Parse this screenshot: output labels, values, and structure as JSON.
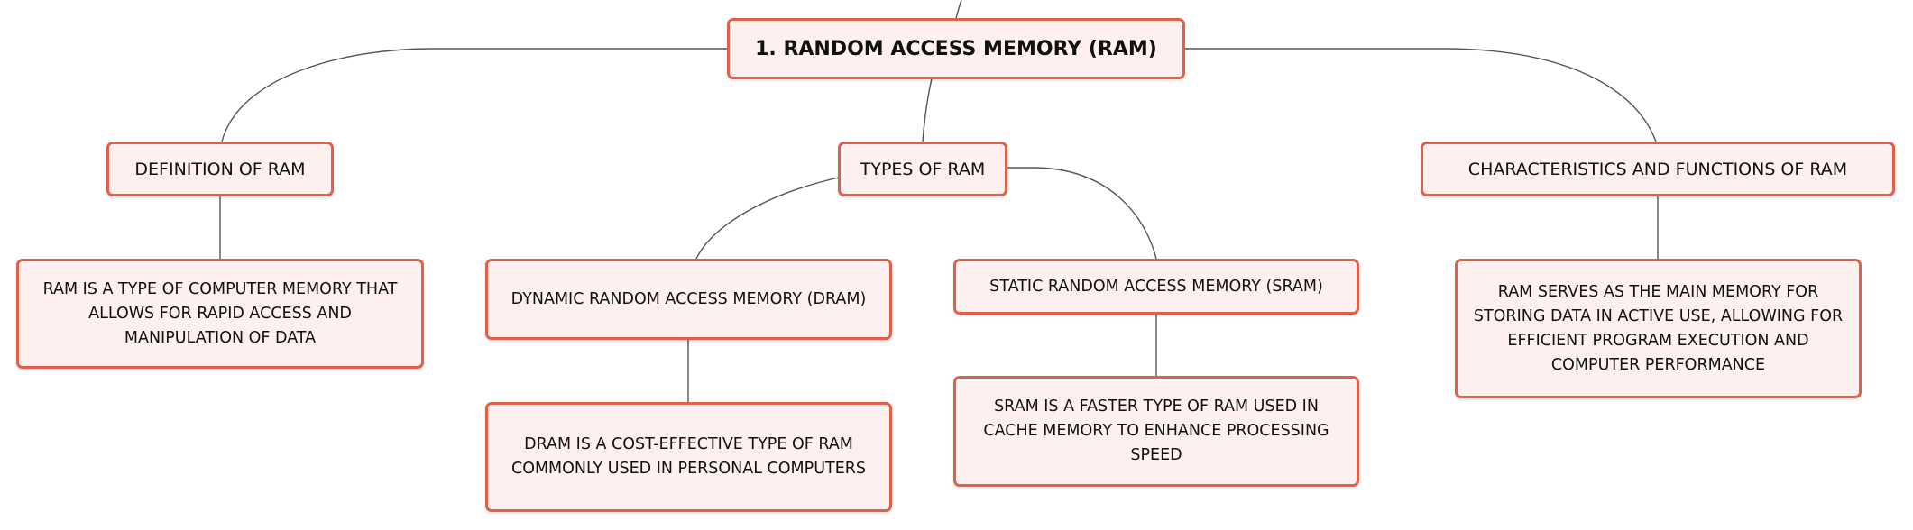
{
  "diagram": {
    "root": {
      "label": "1. RANDOM ACCESS MEMORY (RAM)"
    },
    "definition": {
      "label": "DEFINITION OF RAM",
      "detail": "RAM IS A TYPE OF COMPUTER MEMORY THAT ALLOWS FOR RAPID ACCESS AND MANIPULATION OF DATA"
    },
    "types": {
      "label": "TYPES OF RAM",
      "dram": {
        "label": "DYNAMIC RANDOM ACCESS MEMORY (DRAM)",
        "detail": "DRAM IS A COST-EFFECTIVE TYPE OF RAM COMMONLY USED IN PERSONAL COMPUTERS"
      },
      "sram": {
        "label": "STATIC RANDOM ACCESS MEMORY (SRAM)",
        "detail": "SRAM IS A FASTER TYPE OF RAM USED IN CACHE MEMORY TO ENHANCE PROCESSING SPEED"
      }
    },
    "characteristics": {
      "label": "CHARACTERISTICS AND FUNCTIONS OF RAM",
      "detail": "RAM SERVES AS THE MAIN MEMORY FOR STORING DATA IN ACTIVE USE, ALLOWING FOR EFFICIENT PROGRAM EXECUTION AND COMPUTER PERFORMANCE"
    },
    "colors": {
      "node_border": "#e0604a",
      "node_fill": "#fdf0ee",
      "connector": "#555555"
    }
  }
}
